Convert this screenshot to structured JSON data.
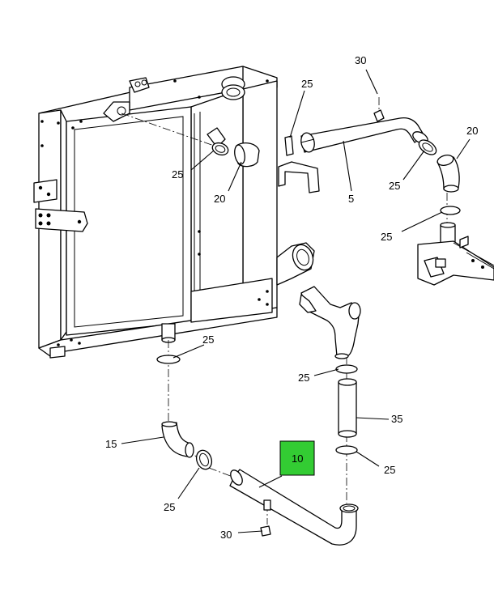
{
  "diagram": {
    "highlight_color": "#33cc33",
    "callouts": [
      {
        "id": "c30_top",
        "label": "30"
      },
      {
        "id": "c25_seal",
        "label": "25"
      },
      {
        "id": "c20_right",
        "label": "20"
      },
      {
        "id": "c25_left_top",
        "label": "25"
      },
      {
        "id": "c20_left",
        "label": "20"
      },
      {
        "id": "c5",
        "label": "5"
      },
      {
        "id": "c25_elbow",
        "label": "25"
      },
      {
        "id": "c25_right_mid",
        "label": "25"
      },
      {
        "id": "c25_lower_left",
        "label": "25"
      },
      {
        "id": "c25_mid",
        "label": "25"
      },
      {
        "id": "c35",
        "label": "35"
      },
      {
        "id": "c15",
        "label": "15"
      },
      {
        "id": "c10",
        "label": "10"
      },
      {
        "id": "c25_clamp_left",
        "label": "25"
      },
      {
        "id": "c25_clamp_right",
        "label": "25"
      },
      {
        "id": "c30_bottom",
        "label": "30"
      }
    ]
  }
}
